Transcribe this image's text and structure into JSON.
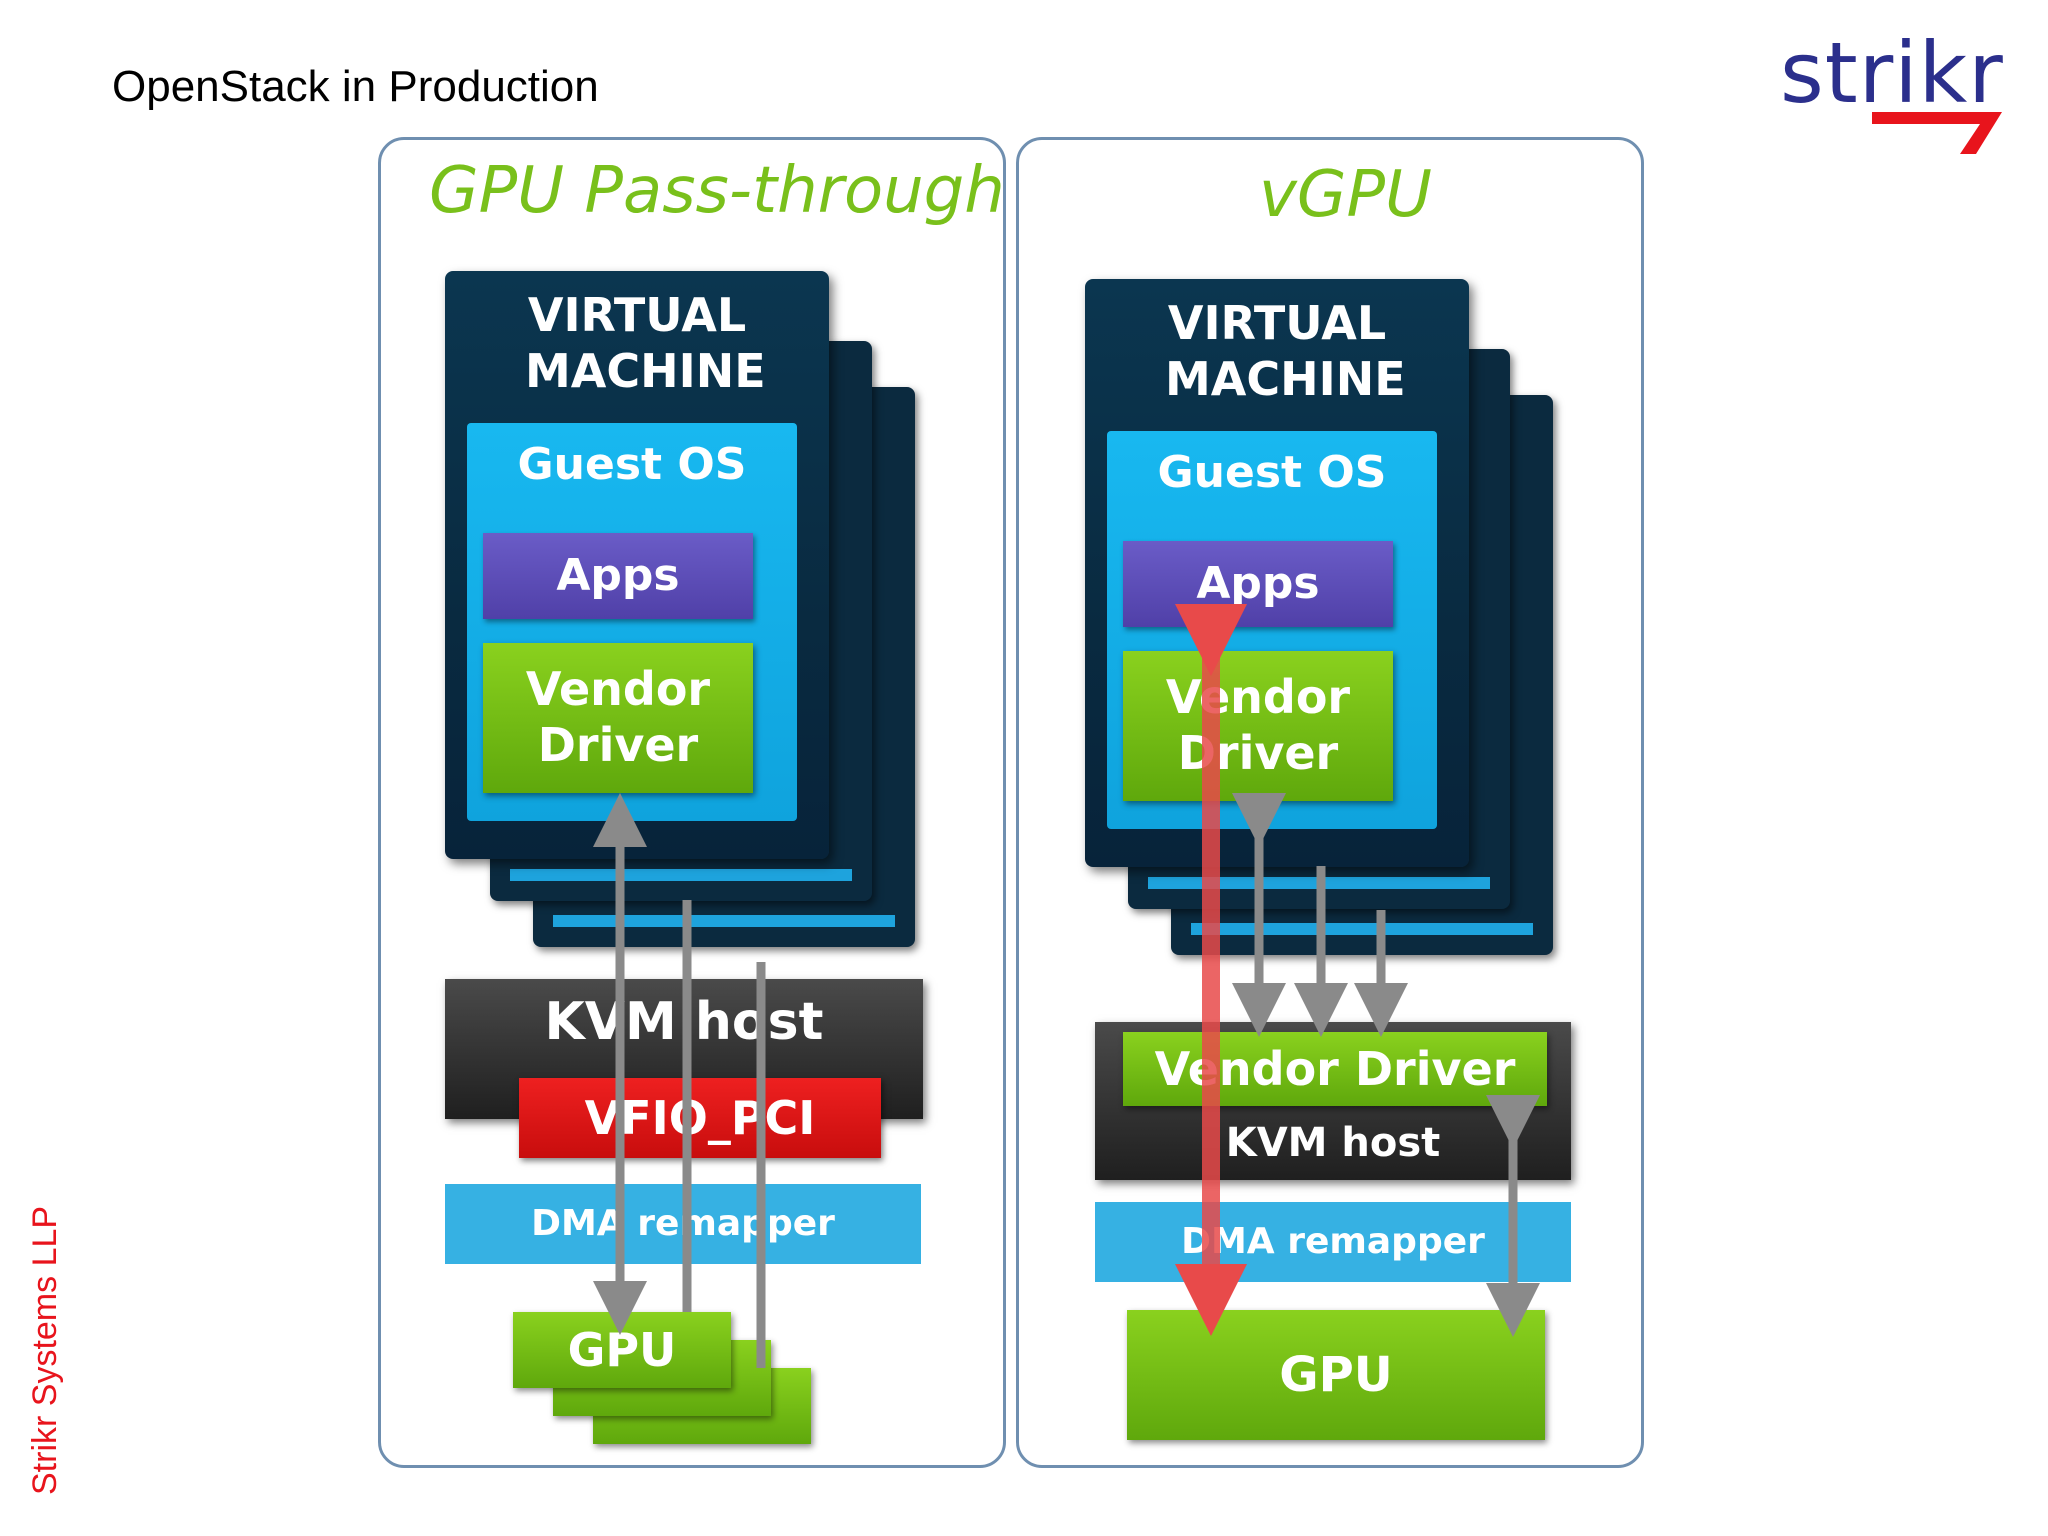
{
  "slide": {
    "title": "OpenStack in Production",
    "footer": "Strikr Systems LLP",
    "logo_text": "strikr"
  },
  "left_panel": {
    "title": "GPU Pass-through",
    "vm_label": "VIRTUAL MACHINE",
    "guest_os": "Guest OS",
    "apps": "Apps",
    "vendor_driver": "Vendor Driver",
    "kvm_host": "KVM host",
    "vfio": "VFIO_PCI",
    "dma": "DMA remapper",
    "gpu": "GPU"
  },
  "right_panel": {
    "title": "vGPU",
    "vm_label": "VIRTUAL MACHINE",
    "guest_os": "Guest OS",
    "apps": "Apps",
    "vendor_driver": "Vendor Driver",
    "host_vendor_driver": "Vendor Driver",
    "kvm_host": "KVM host",
    "dma": "DMA remapper",
    "gpu": "GPU"
  },
  "colors": {
    "title_green": "#79c01b",
    "vm_dark": "#0b2a3f",
    "guest_blue": "#18b8f0",
    "apps_purple": "#5f50bc",
    "driver_green": "#6fbb13",
    "vfio_red": "#e01616",
    "dma_blue": "#36b1e3",
    "logo_blue": "#2b2f8c",
    "logo_red": "#e8141c"
  }
}
